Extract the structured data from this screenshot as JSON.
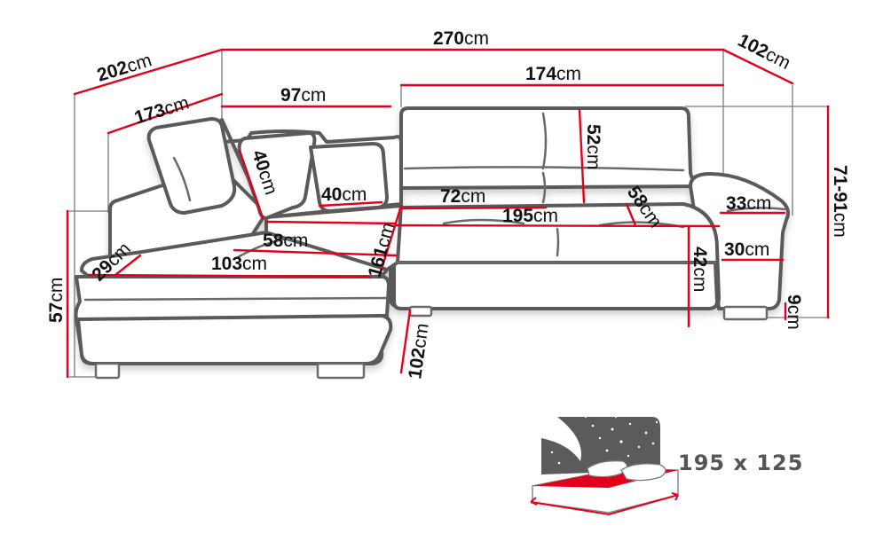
{
  "diagram": {
    "subject": "Corner sofa bed dimensions",
    "unit": "cm",
    "colors": {
      "dimension_line": "#e3001b",
      "outline": "#5a5a5a",
      "text": "#111111",
      "bed_sky": "#5b5b5b",
      "bed_mattress": "#e3001b"
    },
    "dimensions": {
      "total_width": {
        "num": "270",
        "unit": "cm"
      },
      "left_depth": {
        "num": "202",
        "unit": "cm"
      },
      "right_depth": {
        "num": "102",
        "unit": "cm"
      },
      "back_inner_width": {
        "num": "174",
        "unit": "cm"
      },
      "corner_inner_depth": {
        "num": "173",
        "unit": "cm"
      },
      "corner_width": {
        "num": "97",
        "unit": "cm"
      },
      "pillow_height": {
        "num": "40",
        "unit": "cm"
      },
      "pillow_width": {
        "num": "40",
        "unit": "cm"
      },
      "backrest_height": {
        "num": "52",
        "unit": "cm"
      },
      "seat_depth_right": {
        "num": "72",
        "unit": "cm"
      },
      "seat_width": {
        "num": "195",
        "unit": "cm"
      },
      "seat_depth_angle": {
        "num": "58",
        "unit": "cm"
      },
      "armrest_top": {
        "num": "33",
        "unit": "cm"
      },
      "armrest_width": {
        "num": "30",
        "unit": "cm"
      },
      "total_height": {
        "num": "71-91",
        "unit": "cm"
      },
      "seat_height": {
        "num": "42",
        "unit": "cm"
      },
      "leg_height": {
        "num": "9",
        "unit": "cm"
      },
      "chaise_seat_depth": {
        "num": "58",
        "unit": "cm"
      },
      "chaise_length": {
        "num": "103",
        "unit": "cm"
      },
      "chaise_armrest": {
        "num": "29",
        "unit": "cm"
      },
      "chaise_inner": {
        "num": "161",
        "unit": "cm"
      },
      "chaise_height": {
        "num": "57",
        "unit": "cm"
      },
      "chaise_front_depth": {
        "num": "102",
        "unit": "cm"
      }
    },
    "bed_function": {
      "icon": "bed-stars-icon",
      "size_label": "195 x 125"
    }
  }
}
